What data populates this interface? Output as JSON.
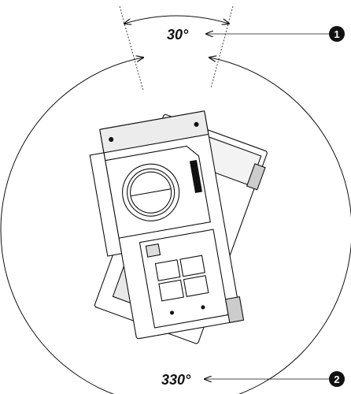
{
  "diagram": {
    "angle_top": "30°",
    "angle_bottom": "330°",
    "callout_1": "1",
    "callout_2": "2"
  },
  "colors": {
    "line": "#111111",
    "callout_fill": "#111111",
    "callout_text": "#ffffff",
    "background": "#ffffff"
  }
}
